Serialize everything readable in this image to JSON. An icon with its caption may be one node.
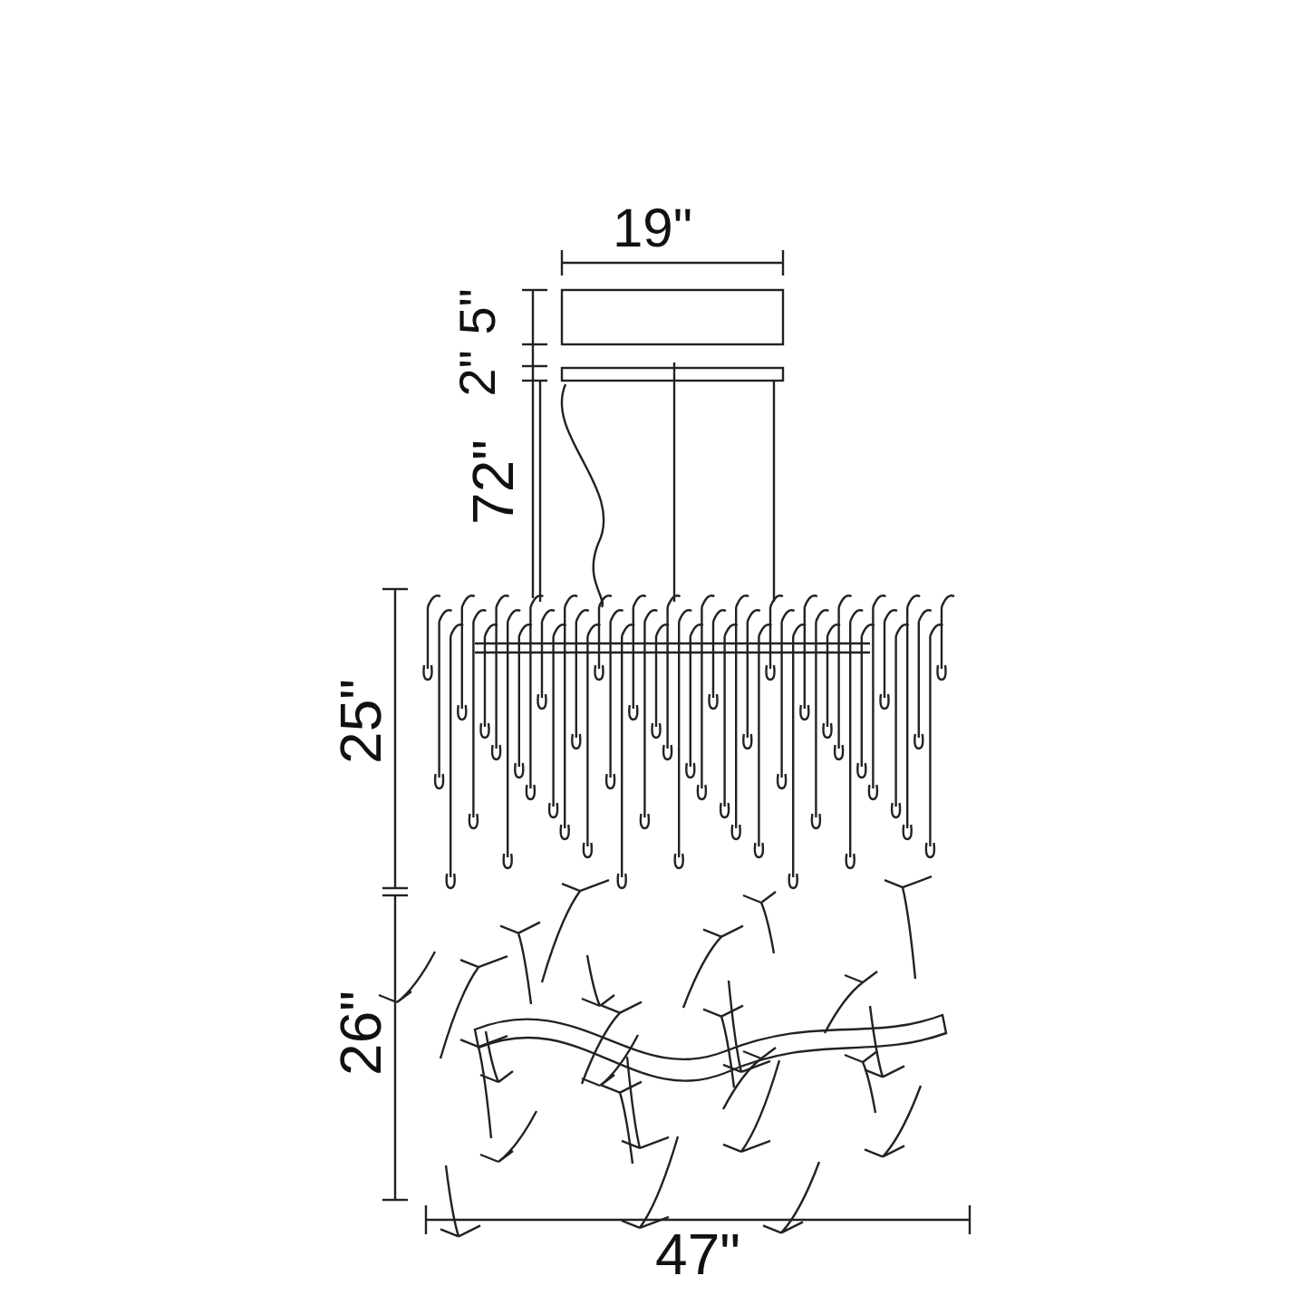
{
  "diagram": {
    "labels": [
      "19\"",
      "5\"",
      "2\"",
      "72\"",
      "25\"",
      "26\"",
      "47\""
    ]
  }
}
